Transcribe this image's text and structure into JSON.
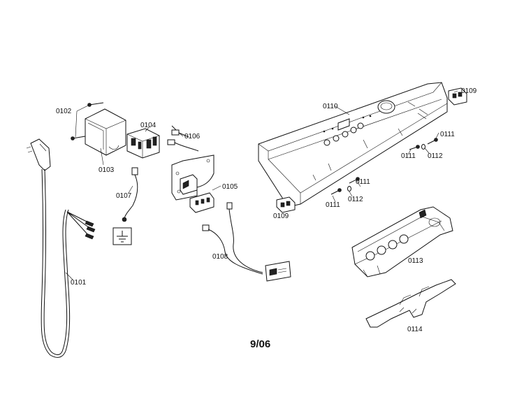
{
  "page": {
    "revision_date": "9/06"
  },
  "parts": {
    "p0101": "0101",
    "p0102": "0102",
    "p0103": "0103",
    "p0104": "0104",
    "p0105": "0105",
    "p0106": "0106",
    "p0107": "0107",
    "p0108": "0108",
    "p0109a": "0109",
    "p0109b": "0109",
    "p0110": "0110",
    "p0111a": "0111",
    "p0111b": "0111",
    "p0111c": "0111",
    "p0111d": "0111",
    "p0112a": "0112",
    "p0112b": "0112",
    "p0113": "0113",
    "p0114": "0114"
  }
}
